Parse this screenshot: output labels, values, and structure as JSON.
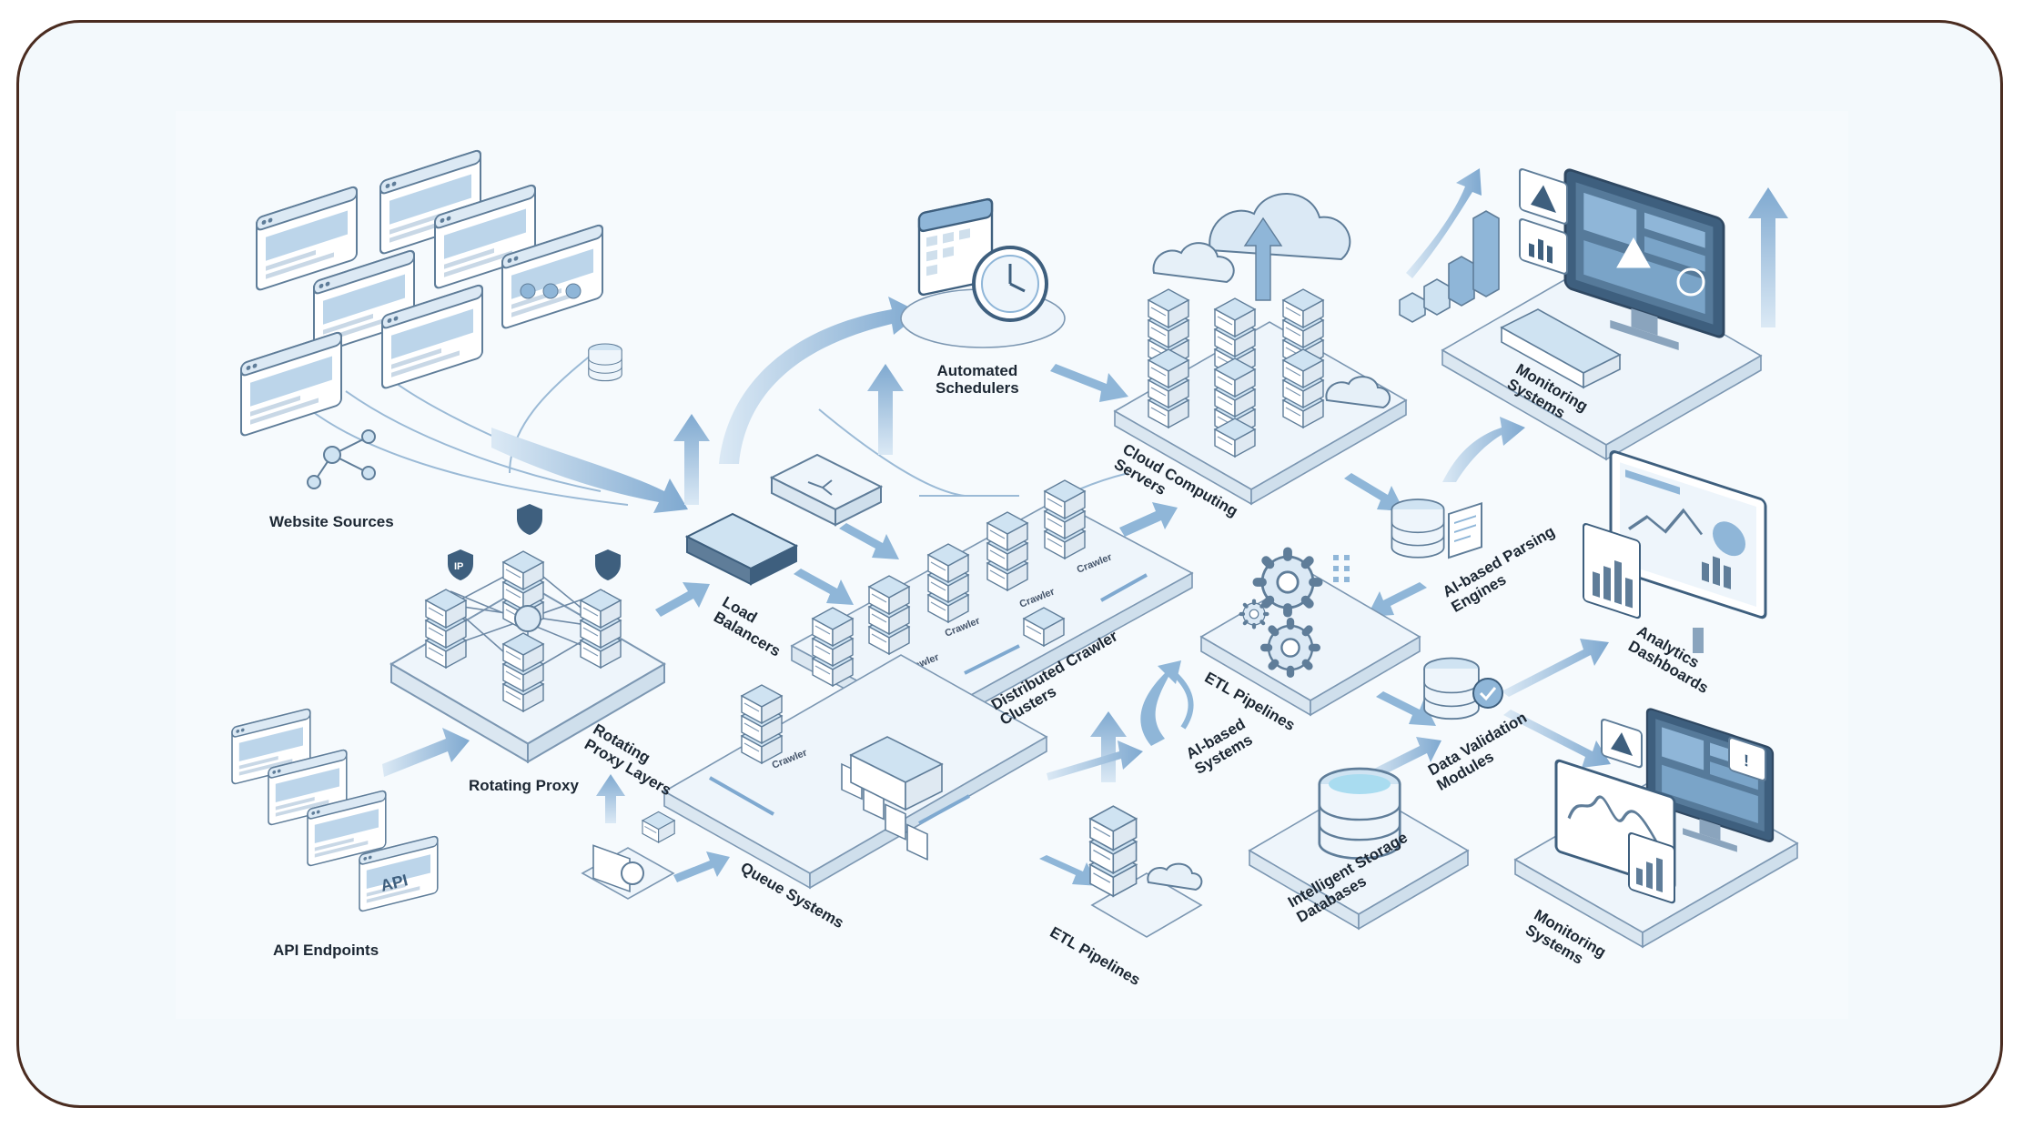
{
  "labels": {
    "website_sources": "Website Sources",
    "api_endpoints": "API Endpoints",
    "rotating_proxy": "Rotating Proxy",
    "rotating_proxy_layers": [
      "Rotating",
      "Proxy Layers"
    ],
    "load_balancers": [
      "Load",
      "Balancers"
    ],
    "automated_schedulers": [
      "Automated",
      "Schedulers"
    ],
    "cloud_computing_servers": [
      "Cloud Computing",
      "Servers"
    ],
    "monitoring_systems_top": [
      "Monitoring",
      "Systems"
    ],
    "distributed_crawler_clusters": [
      "Distributed Crawler",
      "Clusters"
    ],
    "ai_parsing_engines": [
      "AI-based Parsing",
      "Engines"
    ],
    "etl_pipelines_upper": "ETL Pipelines",
    "analytics_dashboards": [
      "Analytics",
      "Dashboards"
    ],
    "ai_based_systems": [
      "AI-based",
      "Systems"
    ],
    "data_validation_modules": [
      "Data Validation",
      "Modules"
    ],
    "queue_systems": "Queue Systems",
    "etl_pipelines_lower": "ETL Pipelines",
    "intelligent_storage_databases": [
      "Intelligent Storage",
      "Databases"
    ],
    "monitoring_systems_bottom": [
      "Monitoring",
      "Systems"
    ]
  },
  "small_text": {
    "crawler": "Crawler",
    "ip": "IP",
    "api": "API"
  },
  "colors": {
    "frame_border": "#4a2c20",
    "accent_blue": "#8fb6d8",
    "platform": "#e8f1f8",
    "outline": "#6f8aa6",
    "dark_screen": "#3e5f7e"
  },
  "icons": [
    "server-stack-icon",
    "cloud-icon",
    "calendar-icon",
    "clock-icon",
    "gear-icon",
    "database-icon",
    "warning-icon",
    "gauge-icon",
    "shield-icon",
    "arrow-icon"
  ]
}
